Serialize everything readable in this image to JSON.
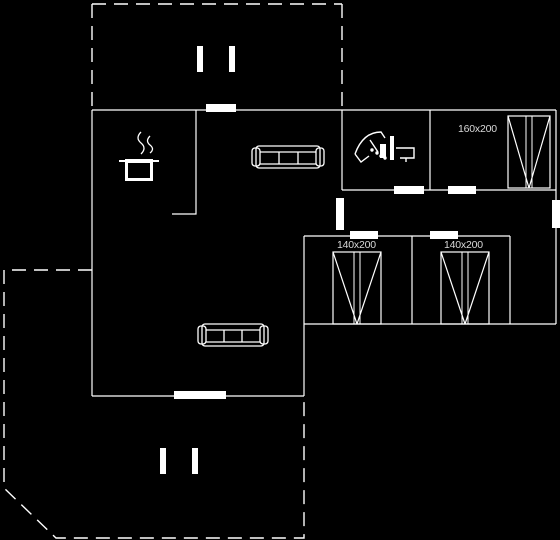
{
  "plan": {
    "colors": {
      "background": "#000000",
      "line": "#ffffff",
      "label": "#d9d9d9"
    },
    "bedrooms": [
      {
        "bed_label": "160x200"
      },
      {
        "bed_label": "140x200"
      },
      {
        "bed_label": "140x200"
      }
    ],
    "symbols": [
      "cooking-pot-icon",
      "sofa-icon",
      "shower-icon",
      "toilet-icon",
      "bed-icon",
      "door-opening",
      "window-marker",
      "terrace-outline"
    ]
  }
}
